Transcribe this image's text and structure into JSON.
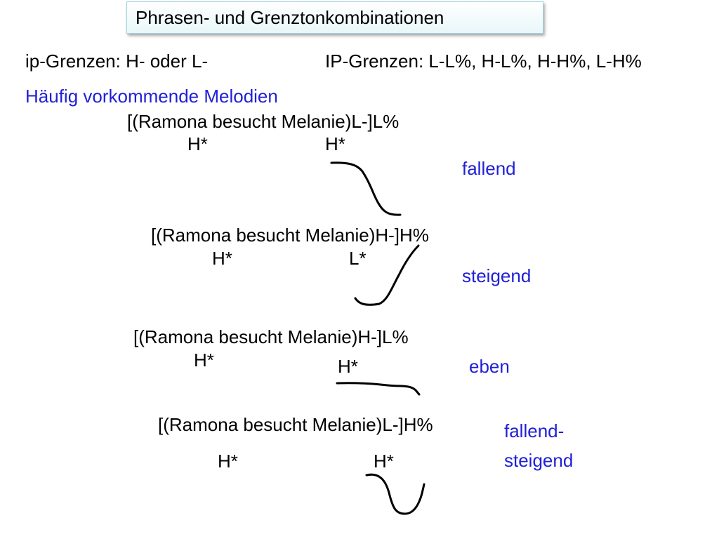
{
  "title": "Phrasen- und Grenztonkombinationen",
  "ip_boundaries": "ip-Grenzen: H- oder L-",
  "IP_boundaries": "IP-Grenzen: L-L%, H-L%, H-H%, L-H%",
  "heading": "Häufig vorkommende Melodien",
  "colors": {
    "accent": "#2020d8",
    "text": "#000000",
    "title_border": "#9fd3dd"
  },
  "melodies": [
    {
      "phrase": "[(Ramona besucht Melanie)L-]L%",
      "accent1": "H*",
      "accent2": "H*",
      "label": "fallend",
      "contour_icon": "falling-contour-icon"
    },
    {
      "phrase": "[(Ramona besucht Melanie)H-]H%",
      "accent1": "H*",
      "accent2": "L*",
      "label": "steigend",
      "contour_icon": "rising-contour-icon"
    },
    {
      "phrase": "[(Ramona besucht Melanie)H-]L%",
      "accent1": "H*",
      "accent2": "H*",
      "label": "eben",
      "contour_icon": "level-contour-icon"
    },
    {
      "phrase": "[(Ramona besucht Melanie)L-]H%",
      "accent1": "H*",
      "accent2": "H*",
      "label_line1": "fallend-",
      "label_line2": "steigend",
      "contour_icon": "fall-rise-contour-icon"
    }
  ]
}
